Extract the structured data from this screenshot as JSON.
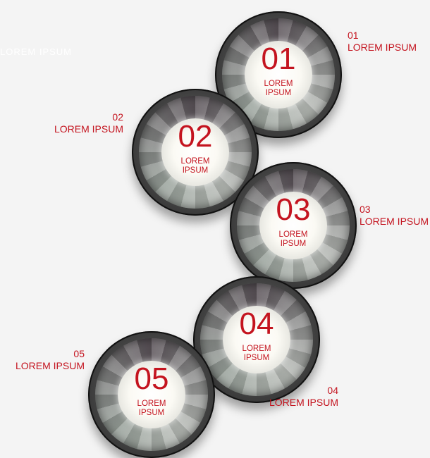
{
  "faint_text": "LOREM IPSUM",
  "items": [
    {
      "number": "01",
      "center_text": [
        "LOREM",
        "IPSUM"
      ],
      "label_number": "01",
      "label_text": "LOREM IPSUM"
    },
    {
      "number": "02",
      "center_text": [
        "LOREM",
        "IPSUM"
      ],
      "label_number": "02",
      "label_text": "LOREM IPSUM"
    },
    {
      "number": "03",
      "center_text": [
        "LOREM",
        "IPSUM"
      ],
      "label_number": "03",
      "label_text": "LOREM IPSUM"
    },
    {
      "number": "04",
      "center_text": [
        "LOREM",
        "IPSUM"
      ],
      "label_number": "04",
      "label_text": "LOREM IPSUM"
    },
    {
      "number": "05",
      "center_text": [
        "LOREM",
        "IPSUM"
      ],
      "label_number": "05",
      "label_text": "LOREM IPSUM"
    }
  ],
  "colors": {
    "accent": "#c4141f",
    "background": "#f4f4f4",
    "badge_dark": "#2a2a2a"
  }
}
